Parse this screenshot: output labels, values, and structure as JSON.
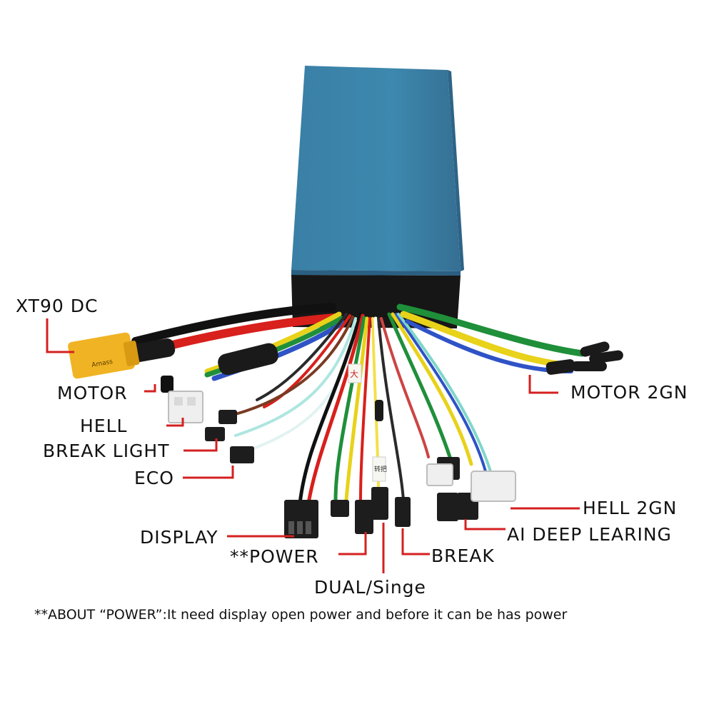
{
  "colors": {
    "housing": "#3d88ae",
    "housing_shade": "#2f6f95",
    "leader": "#d42020",
    "connector_dark": "#1d1d1d",
    "connector_white": "#f1f1f1",
    "xt90": "#f0b323"
  },
  "labels": {
    "xt90": "XT90 DC",
    "motor": "MOTOR",
    "hell": "HELL",
    "break_light": "BREAK LIGHT",
    "eco": "ECO",
    "display": "DISPLAY",
    "power": "**POWER",
    "dual": "DUAL/Singe",
    "break": "BREAK",
    "ai": "AI DEEP LEARING",
    "hell2": "HELL 2GN",
    "motor2": "MOTOR 2GN"
  },
  "note": "**ABOUT “POWER”:It need display open power and before it can be has power",
  "connector_markings": {
    "xt90": "Amass",
    "tag_left": "大",
    "tag_right": "转把"
  }
}
